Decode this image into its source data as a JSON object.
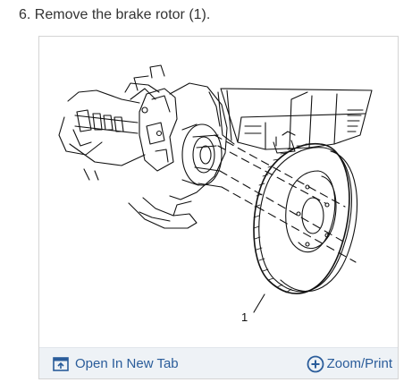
{
  "step": {
    "title": "6. Remove the brake rotor (1)."
  },
  "figure": {
    "callout_label": "1",
    "icon": "brake-rotor-removal-illustration"
  },
  "toolbar": {
    "open_label": "Open In New Tab",
    "open_icon": "open-in-new-tab-icon",
    "zoom_label": "Zoom/Print",
    "zoom_icon": "zoom-plus-icon"
  },
  "colors": {
    "title_text": "#333333",
    "link_blue": "#2a5c9a",
    "toolbar_bg": "#eef2f6",
    "card_border": "#d4d4d4"
  }
}
